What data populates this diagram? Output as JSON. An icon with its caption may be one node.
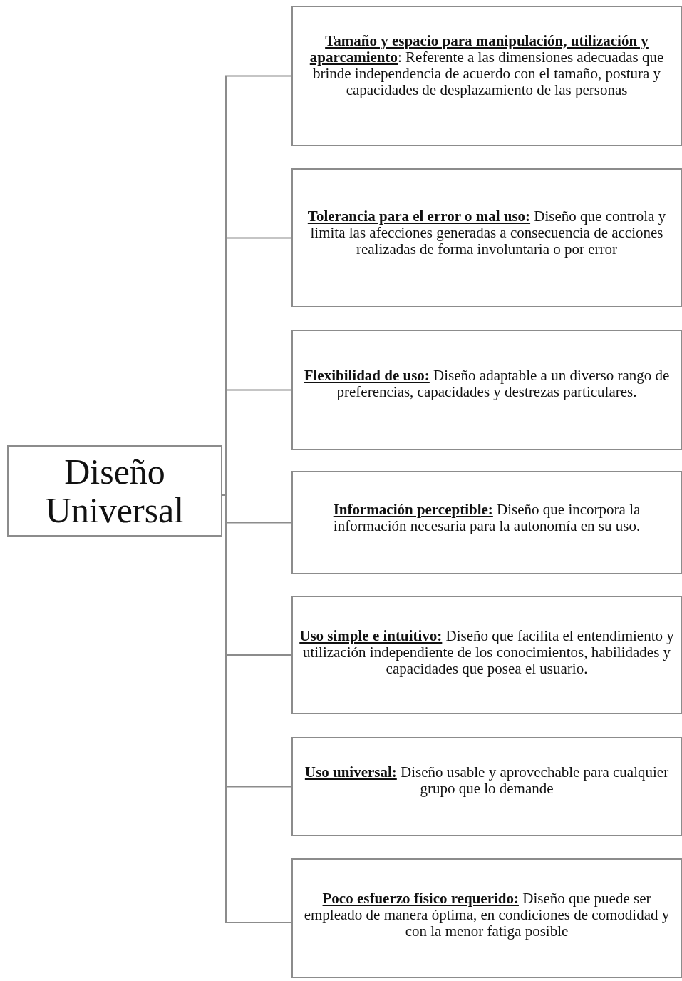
{
  "diagram": {
    "nodes": [
      {
        "text": [
          "Diseño Universal"
        ]
      },
      {
        "text": [
          "**Tamaño y espacio para manipulación, utilización y aparcamiento**: Referente a las dimensiones adecuadas que brinde independencia de acuerdo con el tamaño, postura y capacidades de desplazamiento de las personas"
        ]
      },
      {
        "text": [
          "**Tolerancia para el error o mal uso:** Diseño que controla y limita las afecciones generadas a consecuencia de acciones realizadas de forma involuntaria o por error"
        ]
      },
      {
        "text": [
          "**Flexibilidad de uso:** Diseño adaptable a un diverso rango de preferencias, capacidades y destrezas particulares."
        ]
      },
      {
        "text": [
          "**Información perceptible:** Diseño que incorpora la información necesaria para la autonomía en su uso."
        ]
      },
      {
        "text": [
          "**Uso simple e intuitivo:** Diseño que facilita el entendimiento y utilización independiente de los conocimientos, habilidades y capacidades que posea el usuario."
        ]
      },
      {
        "text": [
          "**Uso universal:** Diseño usable y aprovechable para cualquier grupo que lo demande"
        ]
      },
      {
        "text": [
          "**Poco esfuerzo físico requerido:** Diseño que puede ser empleado de manera óptima, en condiciones de comodidad y con la menor fatiga posible"
        ]
      }
    ],
    "edges": [
      {
        "from": 0,
        "to": 1,
        "arrow": "none"
      },
      {
        "from": 0,
        "to": 2,
        "arrow": "none"
      },
      {
        "from": 0,
        "to": 3,
        "arrow": "none"
      },
      {
        "from": 0,
        "to": 4,
        "arrow": "none"
      },
      {
        "from": 0,
        "to": 5,
        "arrow": "none"
      },
      {
        "from": 0,
        "to": 6,
        "arrow": "none"
      },
      {
        "from": 0,
        "to": 7,
        "arrow": "none"
      }
    ]
  }
}
